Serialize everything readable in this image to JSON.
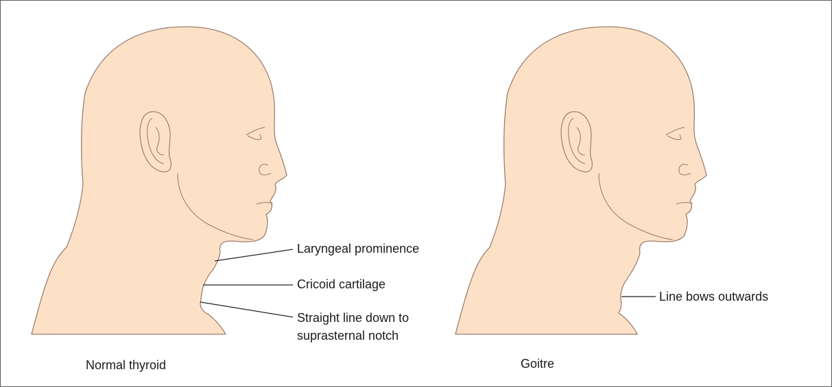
{
  "colors": {
    "skin": "#fde1c6",
    "outline": "#9c7d70",
    "leader": "#222222"
  },
  "panels": [
    {
      "caption": "Normal thyroid",
      "labels": {
        "laryngeal": "Laryngeal prominence",
        "cricoid": "Cricoid cartilage",
        "straight_line_1": "Straight line down to",
        "straight_line_2": "suprasternal notch"
      }
    },
    {
      "caption": "Goitre",
      "labels": {
        "bows": "Line bows outwards"
      }
    }
  ]
}
